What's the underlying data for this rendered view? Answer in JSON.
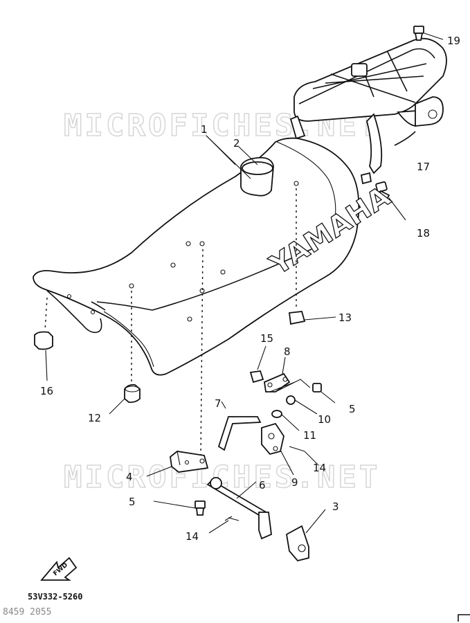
{
  "watermarks": [
    "MICROFICHES.NET",
    "MICROFICHES.NET"
  ],
  "brand_text": "YAMAHA",
  "diagram_code": "53V332-5260",
  "diagram_code_secondary": "8459 2055",
  "arrow_label": "FWD",
  "callouts": {
    "c1": "1",
    "c2": "2",
    "c3": "3",
    "c4": "4",
    "c5a": "5",
    "c5b": "5",
    "c6": "6",
    "c7": "7",
    "c8": "8",
    "c9": "9",
    "c10": "10",
    "c11": "11",
    "c12": "12",
    "c13": "13",
    "c14a": "14",
    "c14b": "14",
    "c15": "15",
    "c16": "16",
    "c17": "17",
    "c18": "18",
    "c19": "19"
  }
}
